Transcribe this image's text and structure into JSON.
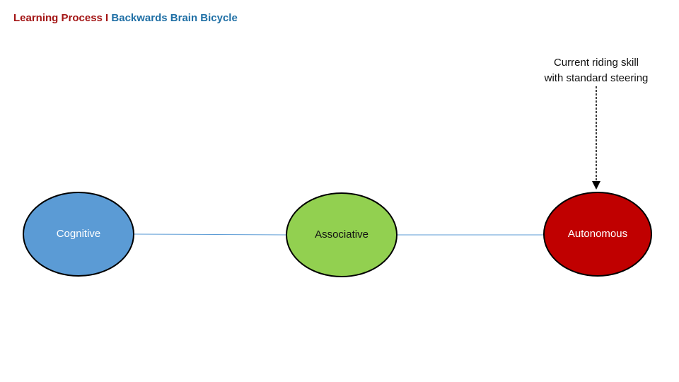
{
  "title": {
    "part1": "Learning Process I",
    "part2": "Backwards Brain Bicycle",
    "colors": {
      "part1": "#a31515",
      "part2": "#1f6fa5"
    }
  },
  "annotation": {
    "line1": "Current riding skill",
    "line2": "with standard steering"
  },
  "nodes": [
    {
      "id": "cognitive",
      "label": "Cognitive",
      "fill": "#5b9bd5"
    },
    {
      "id": "associative",
      "label": "Associative",
      "fill": "#92d050"
    },
    {
      "id": "autonomous",
      "label": "Autonomous",
      "fill": "#c00000"
    }
  ],
  "connector_color": "#5b9bd5",
  "arrow_style": "dashed",
  "arrow_color": "#000000"
}
